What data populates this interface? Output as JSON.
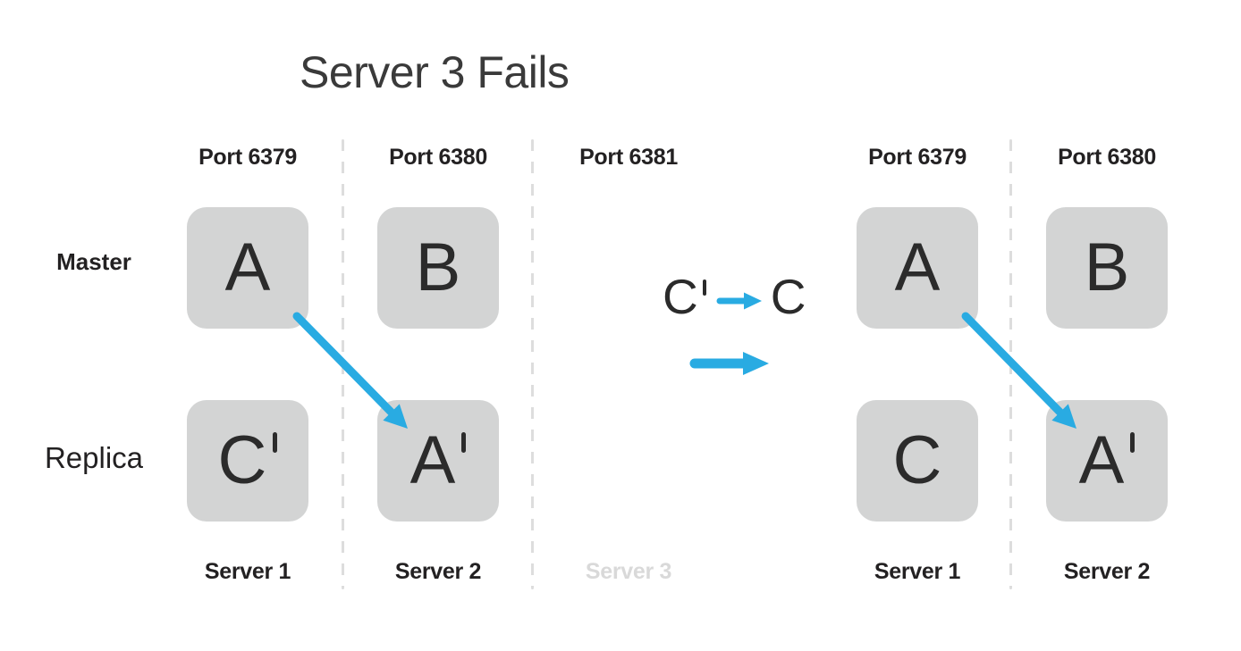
{
  "title": "Server 3 Fails",
  "colors": {
    "accent_blue": "#29abe2",
    "box_gray": "#d3d4d4",
    "divider_gray": "#dddddd",
    "text_dark": "#2b2b2b",
    "failed_server_gray": "#d9d9d9"
  },
  "row_labels": {
    "master": "Master",
    "replica": "Replica"
  },
  "left_cluster": {
    "ports": [
      "Port 6379",
      "Port 6380",
      "Port 6381"
    ],
    "master_nodes": [
      {
        "letter": "A",
        "prime": false
      },
      {
        "letter": "B",
        "prime": false
      }
    ],
    "replica_nodes": [
      {
        "letter": "C",
        "prime": true
      },
      {
        "letter": "A",
        "prime": true
      }
    ],
    "servers": [
      {
        "label": "Server 1",
        "failed": false
      },
      {
        "label": "Server 2",
        "failed": false
      },
      {
        "label": "Server 3",
        "failed": true
      }
    ]
  },
  "right_cluster": {
    "ports": [
      "Port 6379",
      "Port 6380"
    ],
    "master_nodes": [
      {
        "letter": "A",
        "prime": false
      },
      {
        "letter": "B",
        "prime": false
      }
    ],
    "replica_nodes": [
      {
        "letter": "C",
        "prime": false
      },
      {
        "letter": "A",
        "prime": true
      }
    ],
    "servers": [
      {
        "label": "Server 1",
        "failed": false
      },
      {
        "label": "Server 2",
        "failed": false
      }
    ]
  },
  "promotion_note": {
    "from_letter": "C",
    "from_prime": true,
    "to_letter": "C",
    "to_prime": false
  }
}
